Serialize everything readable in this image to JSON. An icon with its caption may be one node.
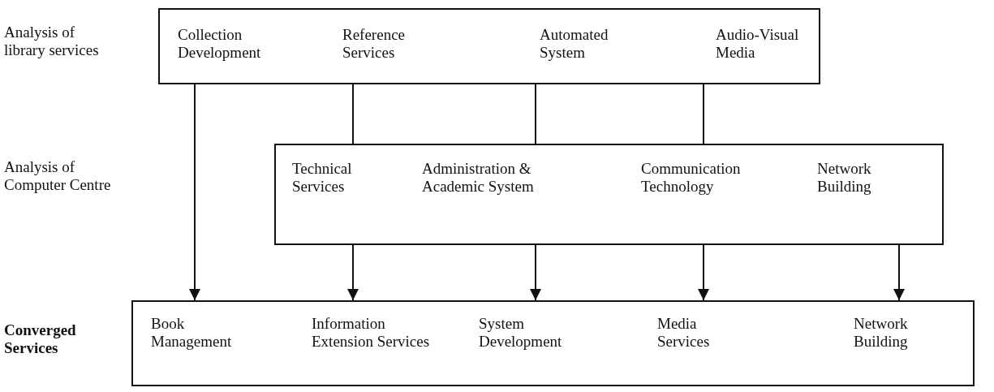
{
  "diagram": {
    "nodes": [
      {
        "text": [
          "Collection Development",
          "Reference Services",
          "Automated System",
          "Audio-Visual Media"
        ]
      },
      {
        "text": [
          "Technical Services",
          "Administration & Academic System",
          "Communication Technology",
          "Network Building"
        ]
      },
      {
        "text": [
          "Book Management",
          "Information Extension Services",
          "System Development",
          "Media Services",
          "Network Building"
        ]
      }
    ],
    "labels": [
      "Analysis of library services",
      "Analysis of Computer Centre",
      "Converged Services"
    ],
    "edges": [
      {
        "from": 0,
        "to": 2,
        "arrow": "to"
      },
      {
        "from": 0,
        "to": 1,
        "arrow": "none"
      },
      {
        "from": 0,
        "to": 1,
        "arrow": "none"
      },
      {
        "from": 0,
        "to": 1,
        "arrow": "none"
      },
      {
        "from": 1,
        "to": 2,
        "arrow": "to"
      },
      {
        "from": 1,
        "to": 2,
        "arrow": "to"
      },
      {
        "from": 1,
        "to": 2,
        "arrow": "to"
      },
      {
        "from": 1,
        "to": 2,
        "arrow": "to"
      }
    ]
  }
}
